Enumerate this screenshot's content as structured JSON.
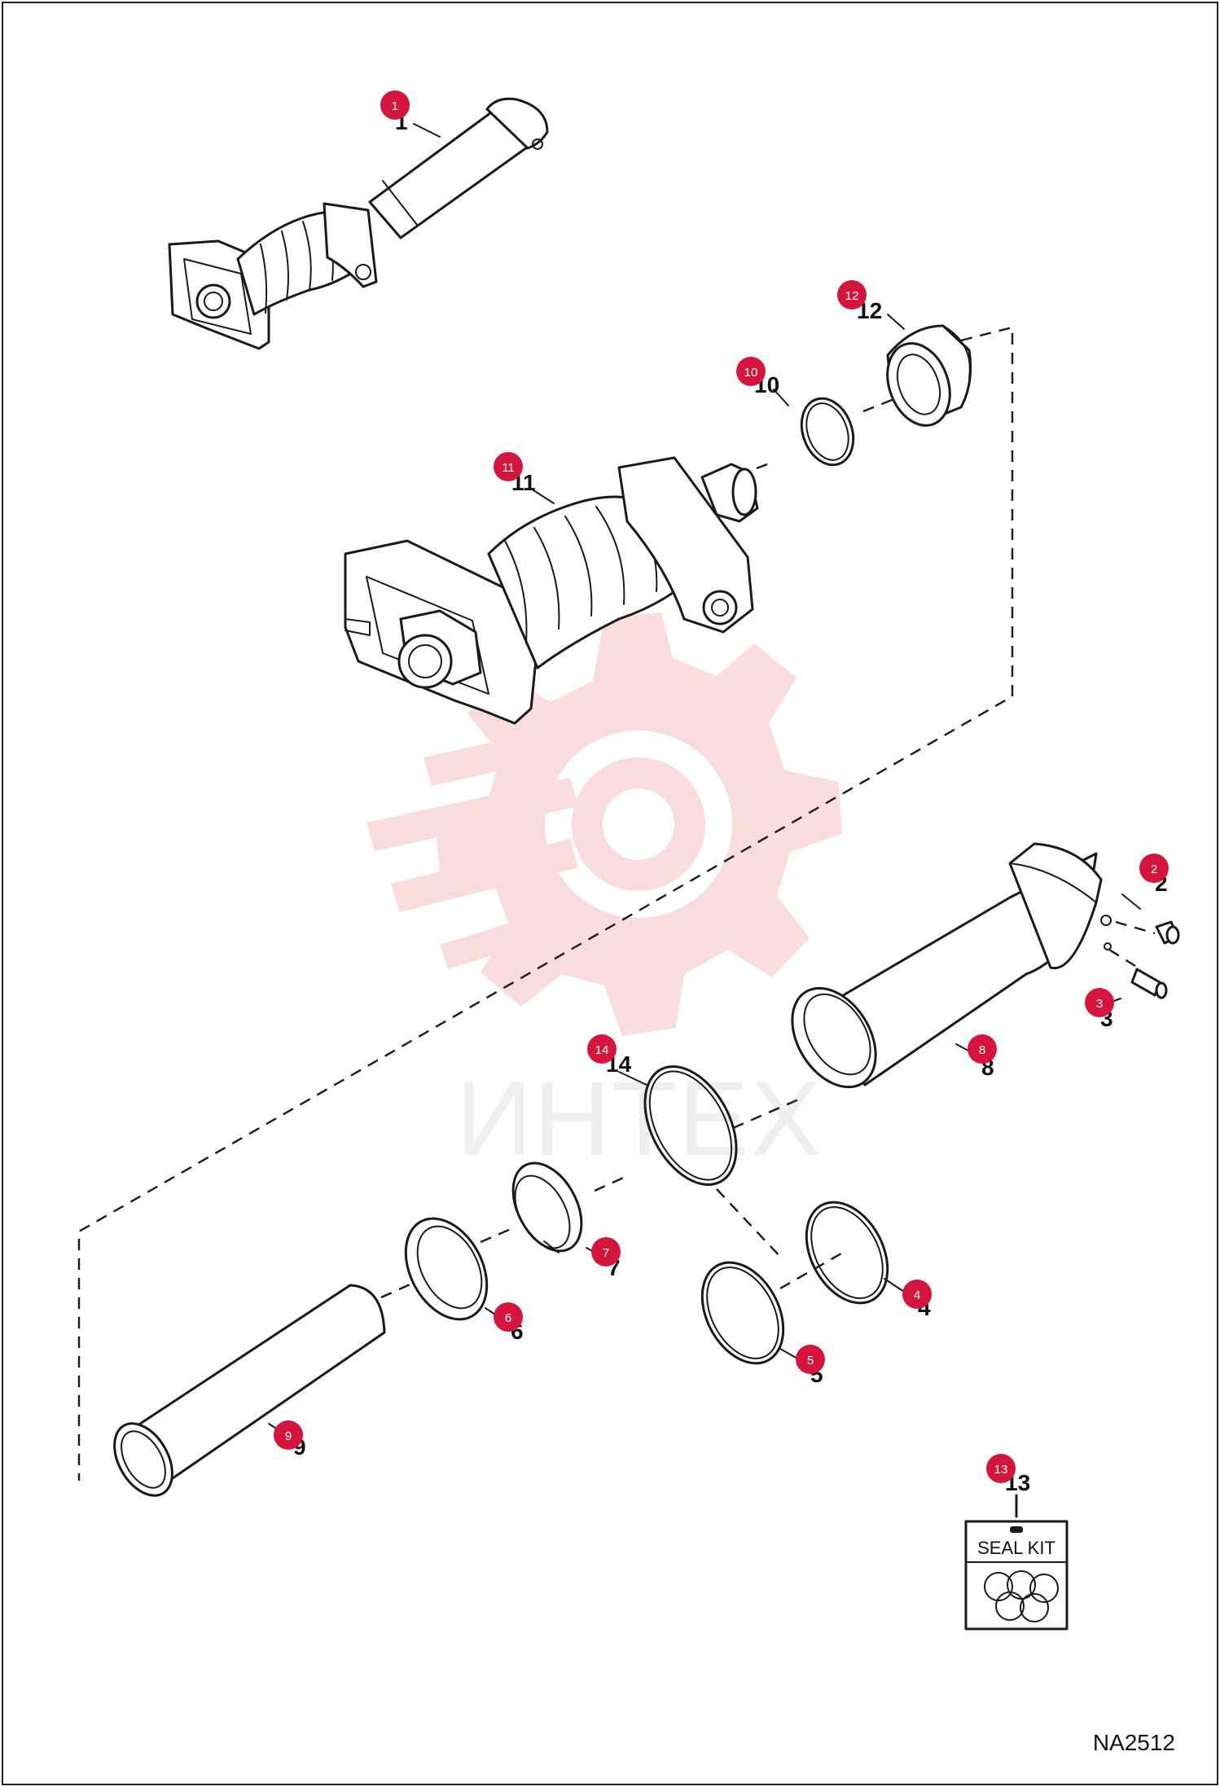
{
  "diagram": {
    "drawing_id": "NA2512",
    "watermark": {
      "text": "ИНТЕХ",
      "color": "#f5c2c2"
    },
    "seal_kit_label": "SEAL KIT",
    "bubble_color": "#d4163c",
    "callouts": [
      {
        "id": "1",
        "label": "1"
      },
      {
        "id": "2",
        "label": "2"
      },
      {
        "id": "3",
        "label": "3"
      },
      {
        "id": "4",
        "label": "4"
      },
      {
        "id": "5",
        "label": "5"
      },
      {
        "id": "6",
        "label": "6"
      },
      {
        "id": "7",
        "label": "7"
      },
      {
        "id": "8",
        "label": "8"
      },
      {
        "id": "9",
        "label": "9"
      },
      {
        "id": "10",
        "label": "10"
      },
      {
        "id": "11",
        "label": "11"
      },
      {
        "id": "12",
        "label": "12"
      },
      {
        "id": "13",
        "label": "13"
      },
      {
        "id": "14",
        "label": "14"
      }
    ]
  }
}
